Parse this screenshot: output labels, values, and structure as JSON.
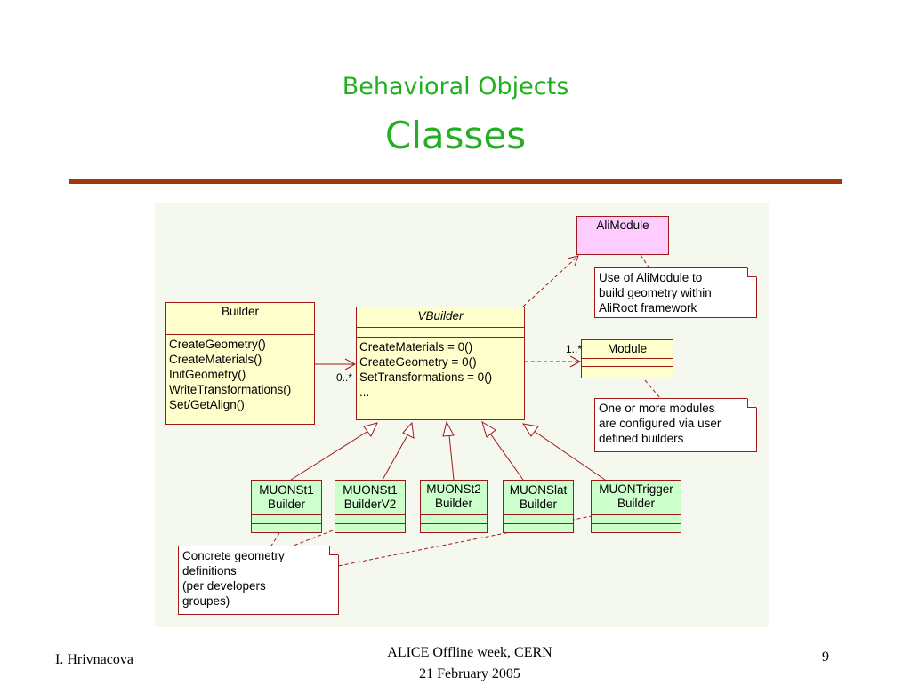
{
  "slide": {
    "title": "Behavioral Objects",
    "subtitle": "Classes",
    "colors": {
      "title": "#22b022",
      "rule": "#9b3a12",
      "class_border": "#a01818"
    }
  },
  "classes": {
    "builder": {
      "name": "Builder",
      "ops": [
        "CreateGeometry()",
        "CreateMaterials()",
        "InitGeometry()",
        "WriteTransformations()",
        "Set/GetAlign()"
      ]
    },
    "vbuilder": {
      "name": "VBuilder",
      "ops": [
        "CreateMaterials = 0()",
        "CreateGeometry = 0()",
        "SetTransformations = 0()",
        "..."
      ]
    },
    "alimodule": {
      "name": "AliModule"
    },
    "module": {
      "name": "Module"
    },
    "st1": {
      "name_line1": "MUONSt1",
      "name_line2": "Builder"
    },
    "st1v2": {
      "name_line1": "MUONSt1",
      "name_line2": "BuilderV2"
    },
    "st2": {
      "name_line1": "MUONSt2",
      "name_line2": "Builder"
    },
    "slat": {
      "name_line1": "MUONSlat",
      "name_line2": "Builder"
    },
    "trigger": {
      "name_line1": "MUONTrigger",
      "name_line2": "Builder"
    }
  },
  "notes": {
    "alimodule": [
      "Use of AliModule to",
      "build geometry within",
      "AliRoot framework"
    ],
    "module": [
      "One or more modules",
      "are configured via user",
      "defined builders"
    ],
    "concrete": [
      "Concrete geometry",
      "definitions",
      "(per developers",
      "groupes)"
    ]
  },
  "multiplicities": {
    "builder_vbuilder": "0..*",
    "vbuilder_module": "1..*"
  },
  "footer": {
    "author": "I. Hrivnacova",
    "event_line1": "ALICE Offline week, CERN",
    "event_line2": "21 February  2005",
    "page": "9"
  }
}
